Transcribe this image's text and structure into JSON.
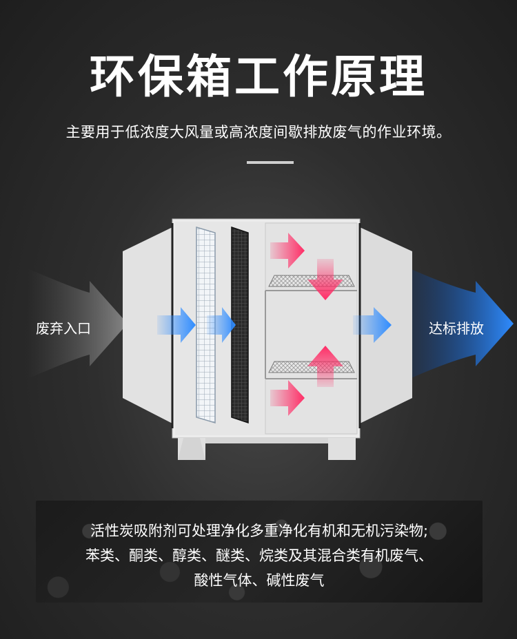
{
  "title": "环保箱工作原理",
  "subtitle": "主要用于低浓度大风量或高浓度间歇排放废气的作业环境。",
  "labels": {
    "inlet": "废弃入口",
    "outlet": "达标排放"
  },
  "info_lines": [
    "活性炭吸附剂可处理净化多重净化有机和无机污染物;",
    "苯类、酮类、醇类、醚类、烷类及其混合类有机废气、",
    "酸性气体、碱性废气"
  ],
  "colors": {
    "blue_arrow": "#2f8cff",
    "pink_arrow": "#ff2d66",
    "box_body": "#e6e6e6"
  }
}
